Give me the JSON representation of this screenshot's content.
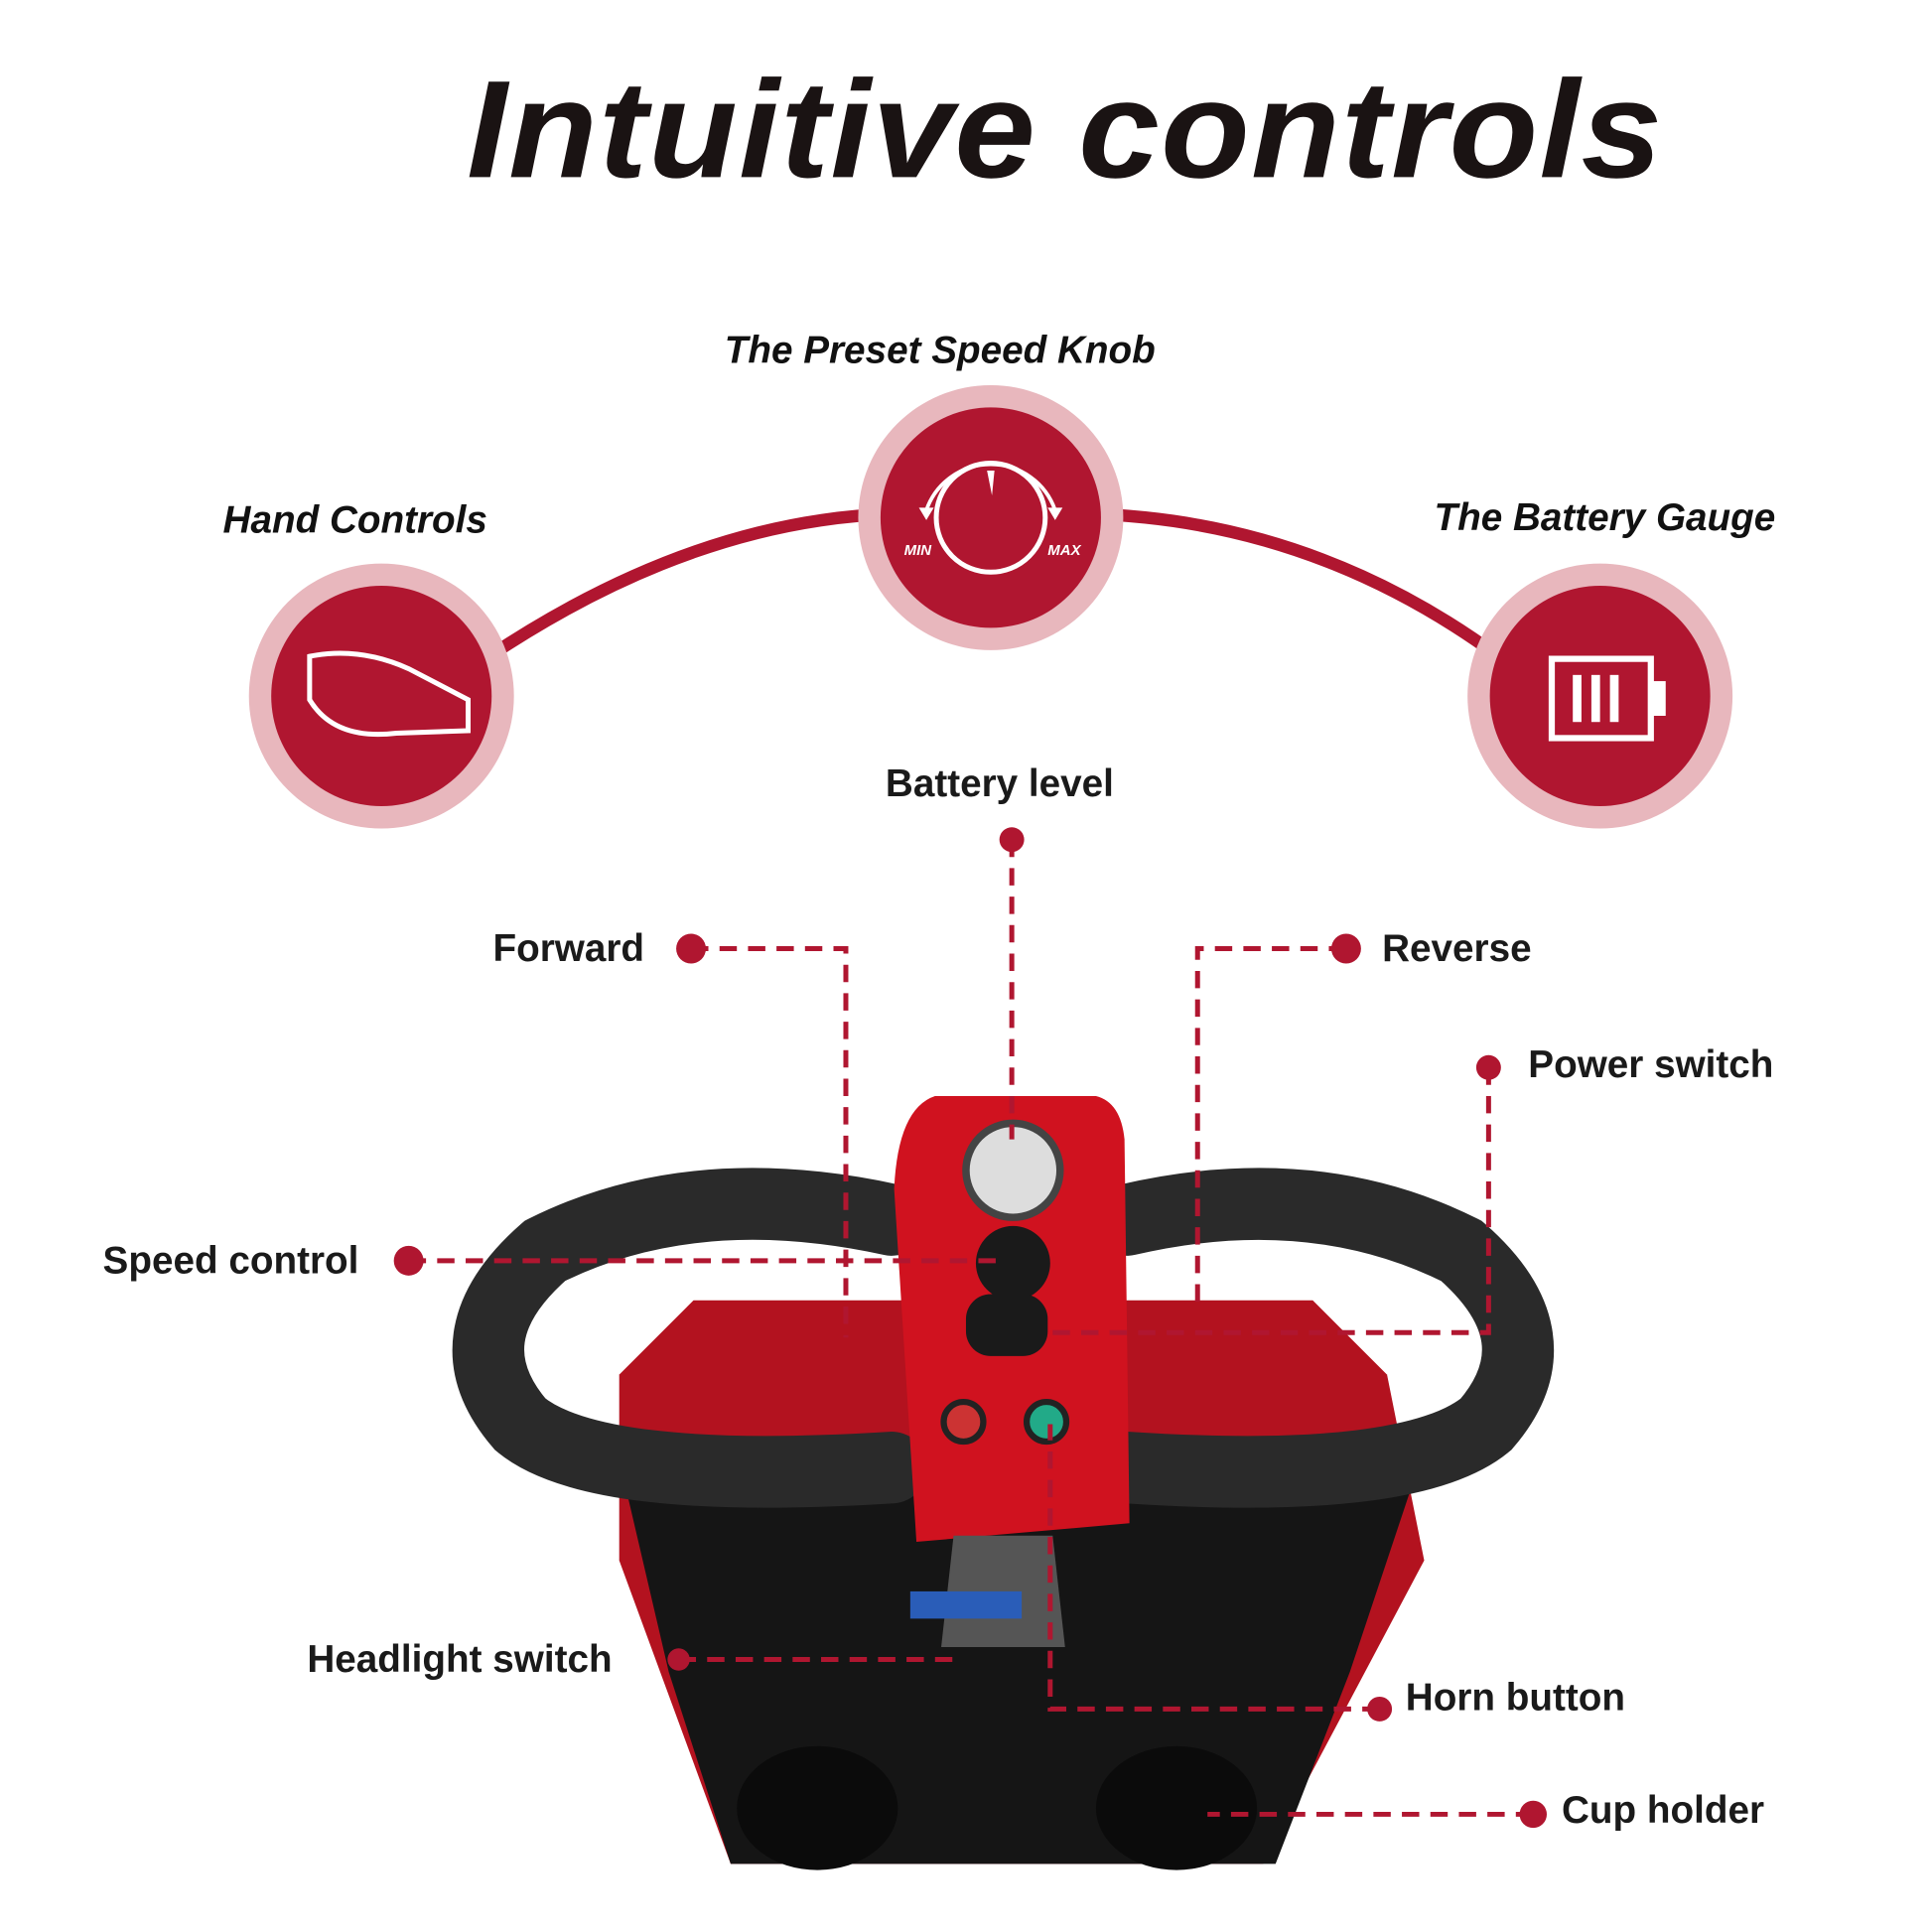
{
  "title": "Intuitive controls",
  "features": [
    {
      "label": "Hand Controls",
      "icon": "hand-grip-icon"
    },
    {
      "label": "The Preset Speed Knob",
      "icon": "speed-knob-icon",
      "min_label": "MIN",
      "max_label": "MAX"
    },
    {
      "label": "The Battery Gauge",
      "icon": "battery-icon"
    }
  ],
  "callouts": {
    "battery_level": "Battery level",
    "forward": "Forward",
    "reverse": "Reverse",
    "power_switch": "Power switch",
    "speed_control": "Speed control",
    "headlight_switch": "Headlight switch",
    "horn_button": "Horn button",
    "cup_holder": "Cup holder"
  },
  "colors": {
    "accent": "#b01630",
    "accent_light": "#e8b7bd",
    "text": "#1a1313"
  }
}
